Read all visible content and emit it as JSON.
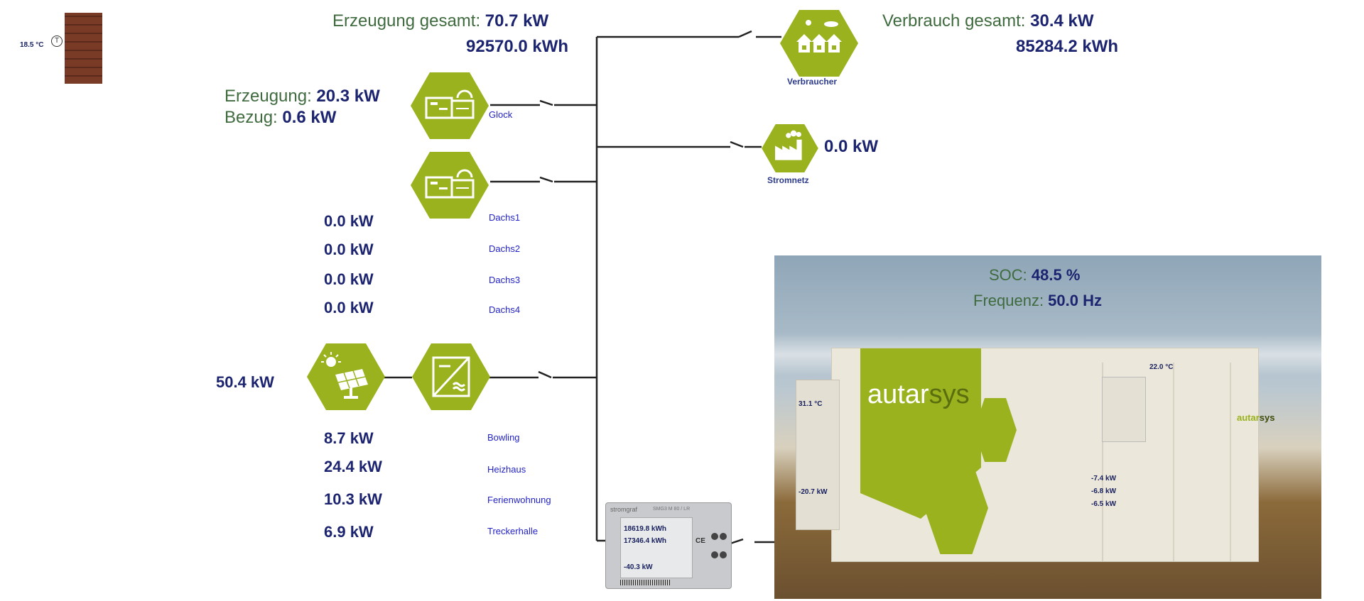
{
  "outdoor_temp": "18.5 °C",
  "header_left": {
    "label": "Erzeugung gesamt: ",
    "value": "70.7 kW",
    "energy": "92570.0 kWh"
  },
  "header_right": {
    "label": "Verbrauch gesamt: ",
    "value": "30.4 kW",
    "energy": "85284.2 kWh"
  },
  "glock": {
    "name": "Glock",
    "gen_label": "Erzeugung: ",
    "gen_value": "20.3 kW",
    "bezug_label": "Bezug: ",
    "bezug_value": "0.6 kW"
  },
  "dachs": [
    {
      "name": "Dachs1",
      "value": "0.0 kW"
    },
    {
      "name": "Dachs2",
      "value": "0.0 kW"
    },
    {
      "name": "Dachs3",
      "value": "0.0 kW"
    },
    {
      "name": "Dachs4",
      "value": "0.0 kW"
    }
  ],
  "pv": {
    "total": "50.4 kW",
    "items": [
      {
        "name": "Bowling",
        "value": "8.7 kW"
      },
      {
        "name": "Heizhaus",
        "value": "24.4 kW"
      },
      {
        "name": "Ferienwohnung",
        "value": "10.3 kW"
      },
      {
        "name": "Treckerhalle",
        "value": "6.9 kW"
      }
    ]
  },
  "verbraucher": {
    "name": "Verbraucher"
  },
  "stromnetz": {
    "name": "Stromnetz",
    "value": "0.0 kW"
  },
  "meter": {
    "brand": "stromgraf",
    "model": "SMG3 M 80 / LR",
    "reading1": "18619.8 kWh",
    "reading2": "17346.4 kWh",
    "power": "-40.3 kW",
    "ce": "CE"
  },
  "container": {
    "soc_label": "SOC: ",
    "soc_value": "48.5 %",
    "freq_label": "Frequenz: ",
    "freq_value": "50.0 Hz",
    "temp_inside": "22.0 °C",
    "temp_side": "31.1 °C",
    "p_left": "-20.7 kW",
    "phase1": "-7.4 kW",
    "phase2": "-6.8 kW",
    "phase3": "-6.5 kW",
    "brand_part1": "autar",
    "brand_part2": "sys"
  },
  "colors": {
    "hex_green": "#9ab21e",
    "value_navy": "#1c2470",
    "label_green": "#3f6b3f",
    "link_blue": "#2323c8"
  }
}
